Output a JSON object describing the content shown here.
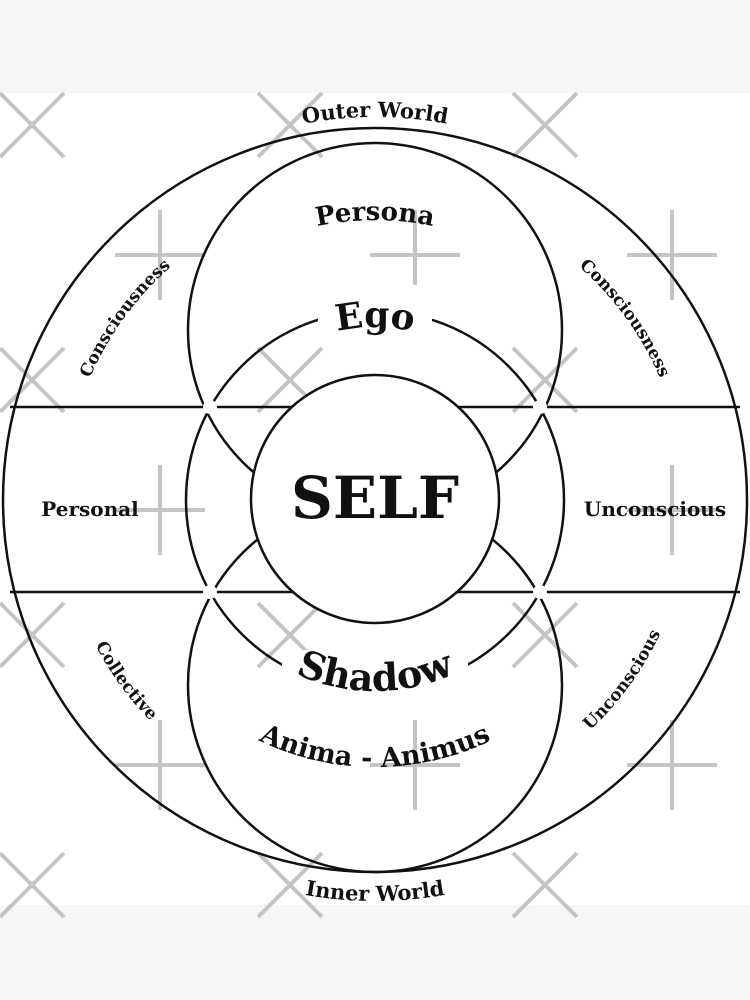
{
  "diagram": {
    "outer_top": "Outer World",
    "outer_bottom": "Inner World",
    "persona": "Persona",
    "ego": "Ego",
    "self": "SELF",
    "shadow": "Shadow",
    "anima_animus": "Anima - Animus",
    "left_upper": "Consciousness",
    "right_upper": "Consciousness",
    "left_middle": "Personal",
    "right_middle": "Unconscious",
    "left_lower": "Collective",
    "right_lower": "Unconscious"
  },
  "colors": {
    "line": "#111111",
    "watermark": "#c4c4c4",
    "background": "#f6f6f6"
  }
}
